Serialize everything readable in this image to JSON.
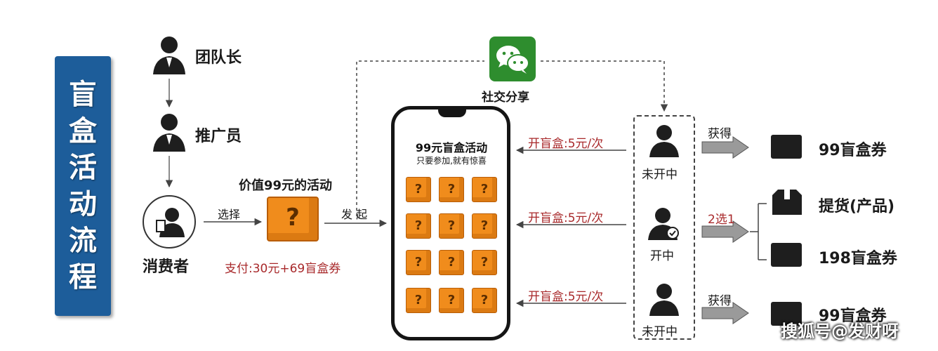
{
  "title_chars": [
    "盲",
    "盒",
    "活",
    "动",
    "流",
    "程"
  ],
  "roles": {
    "leader": "团队长",
    "promoter": "推广员",
    "consumer": "消费者"
  },
  "activity_label": "价值99元的活动",
  "choose_label": "选择",
  "pay_label": "支付:30元+69盲盒券",
  "launch_label": "发 起",
  "share_label": "社交分享",
  "phone": {
    "title": "99元盲盒活动",
    "subtitle": "只要参加,就有惊喜",
    "box_glyph": "?"
  },
  "open_box_label": "开盲盒:5元/次",
  "users": {
    "top": "未开中",
    "middle": "开中",
    "bottom": "未开中"
  },
  "gain_label": "获得",
  "choice_label": "2选1",
  "rewards": {
    "top": "99盲盒券",
    "pickup": "提货(产品)",
    "middle": "198盲盒券",
    "bottom": "99盲盒券"
  },
  "watermark": "搜狐号@发财呀",
  "colors": {
    "title_bg": "#1d5d9a",
    "box_orange": "#f08c1c",
    "accent_red": "#a8282a",
    "wechat_green": "#2e8d2e"
  }
}
